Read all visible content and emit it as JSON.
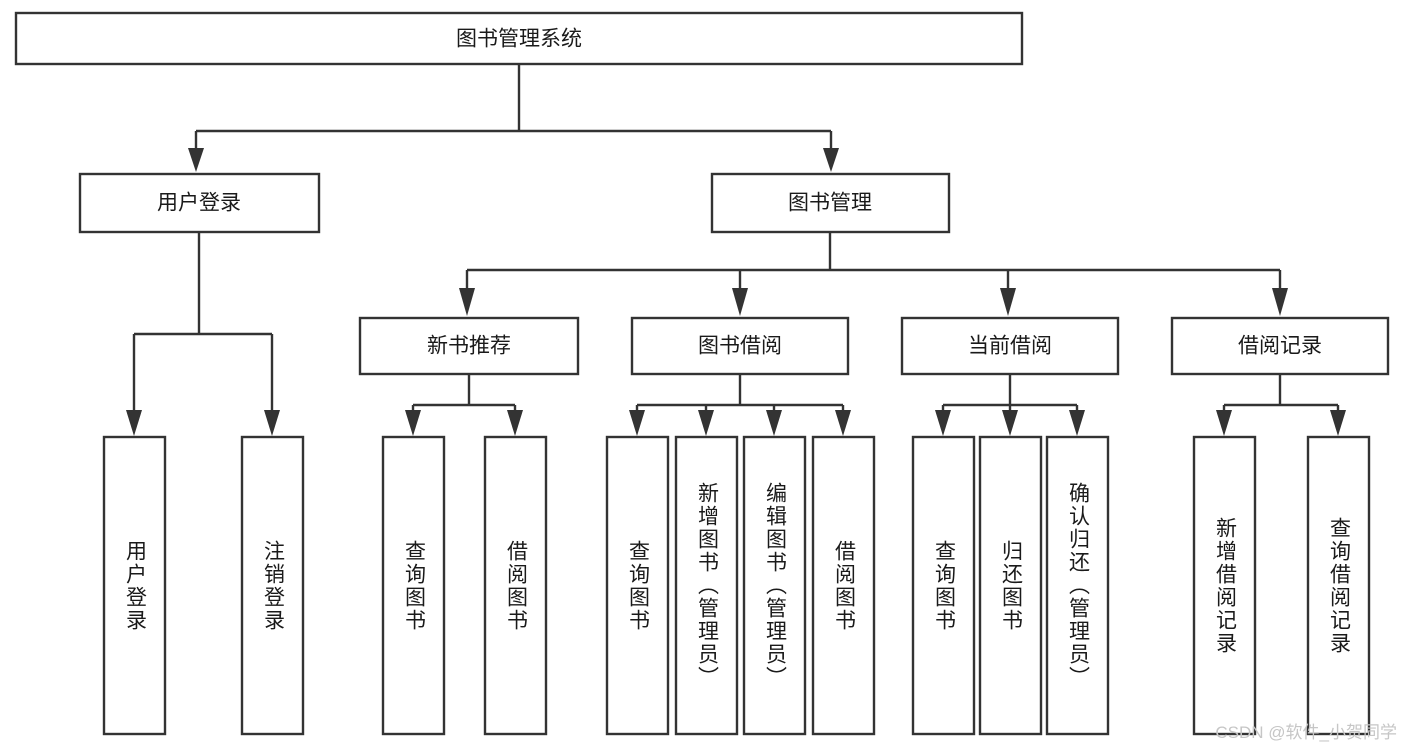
{
  "diagram": {
    "title": "图书管理系统",
    "type": "tree",
    "watermark": "CSDN @软件_小贺同学",
    "colors": {
      "stroke": "#333333",
      "fill": "#ffffff",
      "text": "#1a1a1a",
      "watermark": "#c6c6c6"
    },
    "root": {
      "label": "图书管理系统"
    },
    "level1": [
      {
        "label": "用户登录"
      },
      {
        "label": "图书管理"
      }
    ],
    "level2": [
      {
        "label": "新书推荐"
      },
      {
        "label": "图书借阅"
      },
      {
        "label": "当前借阅"
      },
      {
        "label": "借阅记录"
      }
    ],
    "leaves": {
      "user_login": [
        {
          "label": "用户登录"
        },
        {
          "label": "注销登录"
        }
      ],
      "new_book": [
        {
          "label": "查询图书"
        },
        {
          "label": "借阅图书"
        }
      ],
      "book_borrow": [
        {
          "label": "查询图书"
        },
        {
          "label": "新增图书（管理员）"
        },
        {
          "label": "编辑图书（管理员）"
        },
        {
          "label": "借阅图书"
        }
      ],
      "current_borrow": [
        {
          "label": "查询图书"
        },
        {
          "label": "归还图书"
        },
        {
          "label": "确认归还（管理员）"
        }
      ],
      "borrow_record": [
        {
          "label": "新增借阅记录"
        },
        {
          "label": "查询借阅记录"
        }
      ]
    }
  }
}
